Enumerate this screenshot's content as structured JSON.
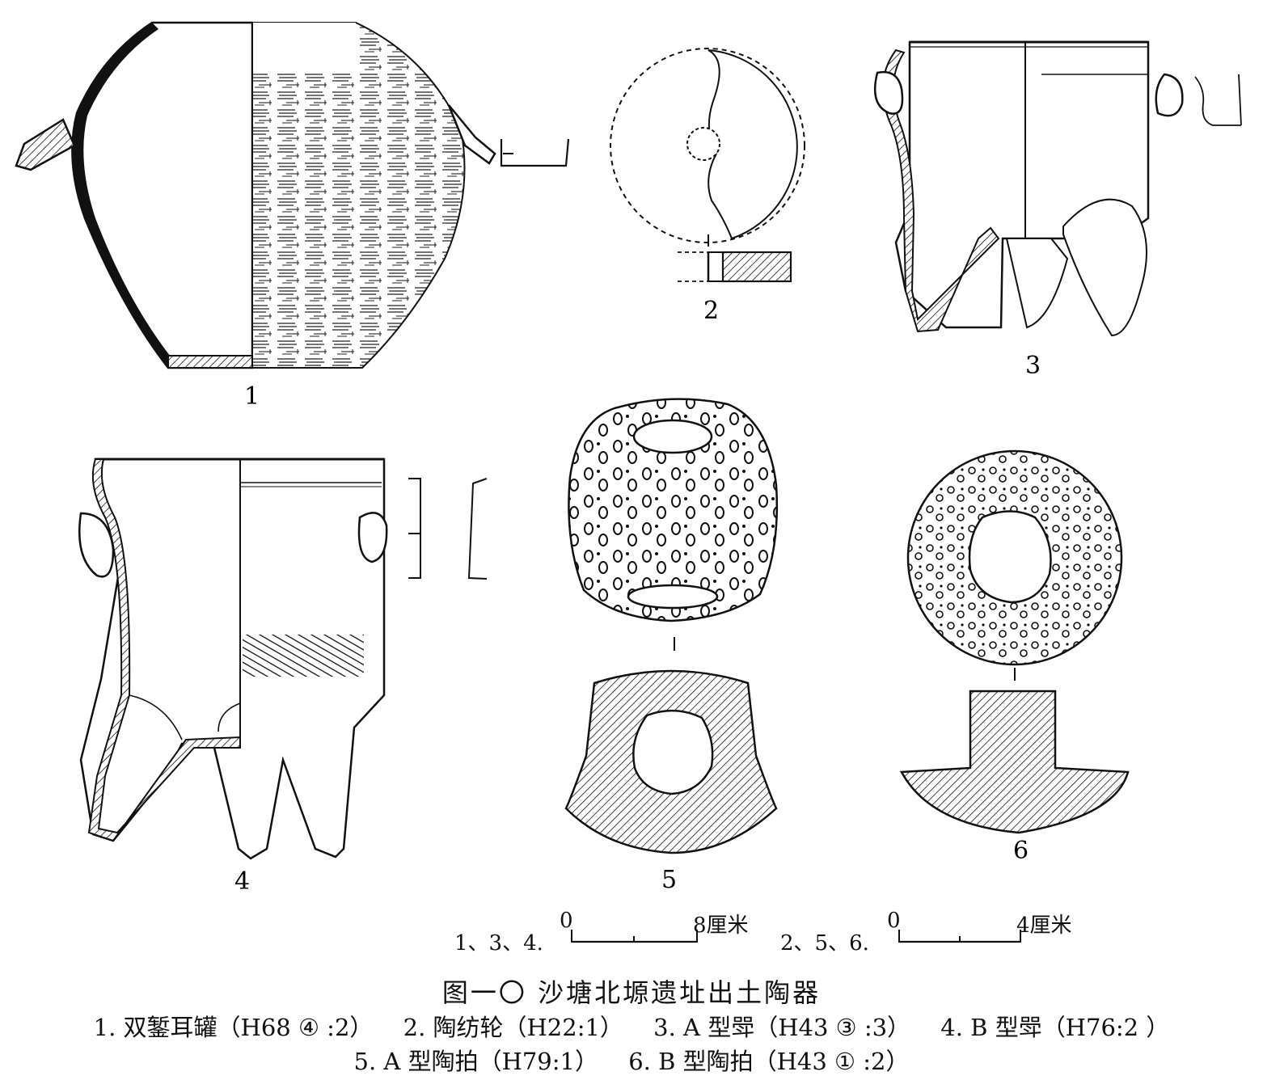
{
  "figure_numbers": {
    "n1": "1",
    "n2": "2",
    "n3": "3",
    "n4": "4",
    "n5": "5",
    "n6": "6"
  },
  "scale_bars": [
    {
      "applies_to": "1、3、4.",
      "zero": "0",
      "end": "8厘米"
    },
    {
      "applies_to": "2、5、6.",
      "zero": "0",
      "end": "4厘米"
    }
  ],
  "caption": {
    "title": "图一〇  沙塘北塬遗址出土陶器",
    "line1": [
      "1. 双錾耳罐（H68 ④ :2）",
      "2. 陶纺轮（H22:1）",
      "3. A 型斝（H43 ③ :3）",
      "4. B 型斝（H76:2 ）"
    ],
    "line2": [
      "5. A 型陶拍（H79:1）",
      "6. B 型陶拍（H43 ① :2）"
    ]
  }
}
